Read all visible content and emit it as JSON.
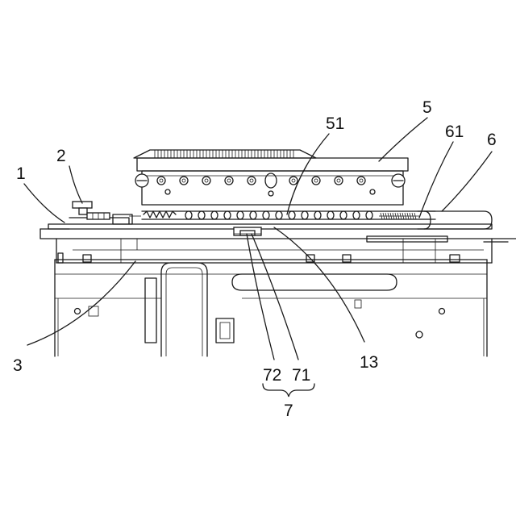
{
  "labels": {
    "l1": "1",
    "l2": "2",
    "l3": "3",
    "l5": "5",
    "l51": "51",
    "l6": "6",
    "l61": "61",
    "l13": "13",
    "l72": "72",
    "l71": "71",
    "l7": "7"
  },
  "colors": {
    "line": "#1a1a1a",
    "background": "#ffffff"
  }
}
